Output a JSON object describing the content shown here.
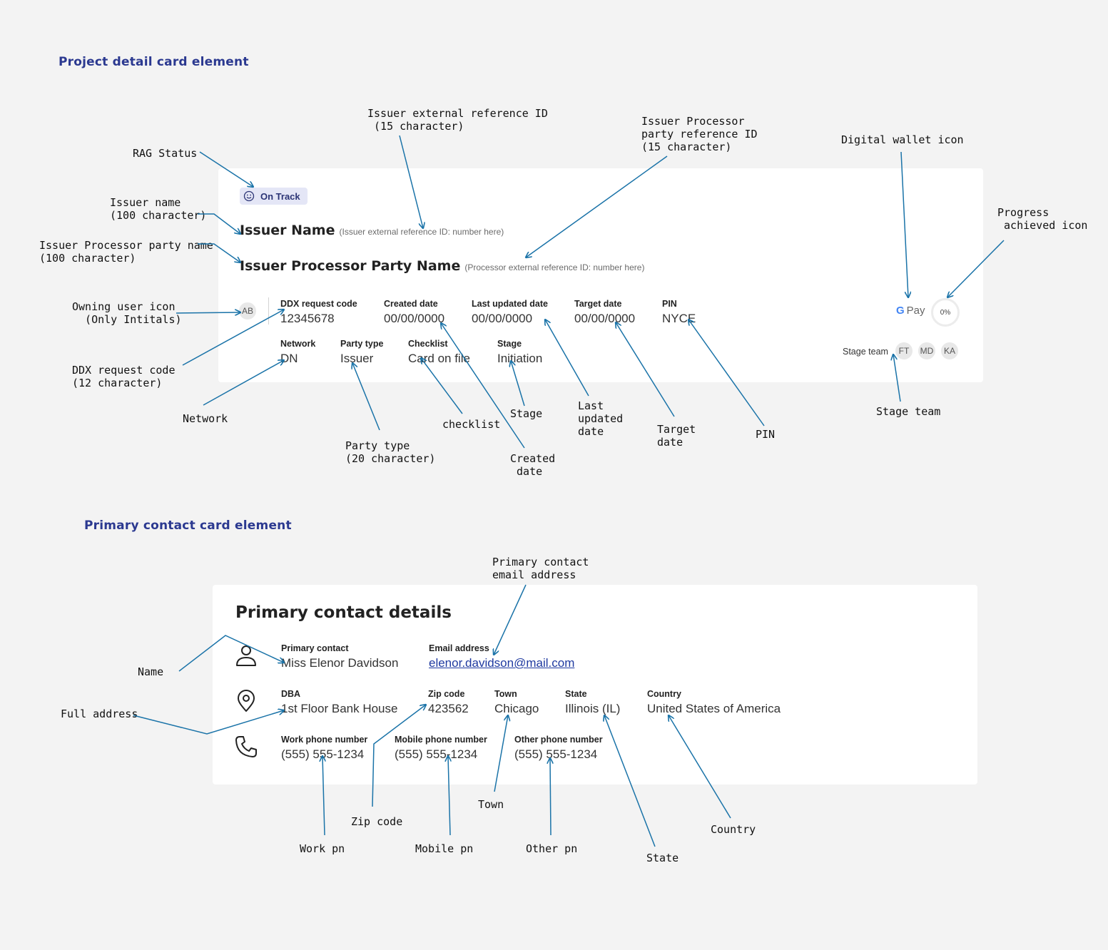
{
  "sections": {
    "project_title": "Project detail card element",
    "contact_title": "Primary contact card element"
  },
  "project_card": {
    "rag_status": "On Track",
    "issuer_name": "Issuer Name",
    "issuer_ref": "(Issuer external reference ID: number here)",
    "processor_name": "Issuer Processor Party Name",
    "processor_ref": "(Processor external reference ID: number here)",
    "owner_initials": "AB",
    "fields_row1": [
      {
        "label": "DDX request code",
        "value": "12345678"
      },
      {
        "label": "Created date",
        "value": "00/00/0000"
      },
      {
        "label": "Last updated date",
        "value": "00/00/0000"
      },
      {
        "label": "Target date",
        "value": "00/00/0000"
      },
      {
        "label": "PIN",
        "value": "NYCE"
      }
    ],
    "fields_row2": [
      {
        "label": "Network",
        "value": "DN"
      },
      {
        "label": "Party type",
        "value": "Issuer"
      },
      {
        "label": "Checklist",
        "value": "Card on file"
      },
      {
        "label": "Stage",
        "value": "Initiation"
      }
    ],
    "wallet_icon": "google-pay-icon",
    "wallet_label": "Pay",
    "progress": "0%",
    "progress_value": 0,
    "stage_team_label": "Stage team",
    "stage_team": [
      "FT",
      "MD",
      "KA"
    ]
  },
  "contact_card": {
    "title": "Primary contact details",
    "name_label": "Primary contact",
    "name_value": "Miss Elenor Davidson",
    "email_label": "Email address",
    "email_value": "elenor.davidson@mail.com",
    "address_fields": [
      {
        "label": "DBA",
        "value": "1st Floor Bank House"
      },
      {
        "label": "Zip code",
        "value": "423562"
      },
      {
        "label": "Town",
        "value": "Chicago"
      },
      {
        "label": "State",
        "value": "Illinois (IL)"
      },
      {
        "label": "Country",
        "value": "United States of America"
      }
    ],
    "phone_fields": [
      {
        "label": "Work phone number",
        "value": "(555) 555-1234"
      },
      {
        "label": "Mobile phone number",
        "value": "(555) 555-1234"
      },
      {
        "label": "Other phone number",
        "value": "(555) 555-1234"
      }
    ]
  },
  "annotations": {
    "issuer_ext_ref": "Issuer external reference ID\n (15 character)",
    "processor_ref": "Issuer Processor\nparty reference ID\n(15 character)",
    "digital_wallet": "Digital wallet icon",
    "rag_status": "RAG Status",
    "progress_icon": "Progress\n achieved icon",
    "issuer_name": "Issuer name\n(100 character)",
    "processor_name": "Issuer Processor party name\n(100 character)",
    "owning_user": "Owning user icon\n  (Only Intitals)",
    "ddx_code": "DDX request code\n(12 character)",
    "network": "Network",
    "party_type": "Party type\n(20 character)",
    "checklist": "checklist",
    "stage": "Stage",
    "created_date": "Created\n date",
    "last_updated": "Last\nupdated\ndate",
    "target_date": "Target\ndate",
    "pin": "PIN",
    "stage_team": "Stage team",
    "primary_email": "Primary contact\nemail address",
    "name": "Name",
    "full_address": "Full address",
    "zip_code": "Zip code",
    "work_pn": "Work pn",
    "mobile_pn": "Mobile pn",
    "town": "Town",
    "other_pn": "Other pn",
    "state": "State",
    "country": "Country"
  },
  "colors": {
    "accent": "#2b3990",
    "arrow": "#1a73a8",
    "rag_bg": "#e4e6f6"
  }
}
